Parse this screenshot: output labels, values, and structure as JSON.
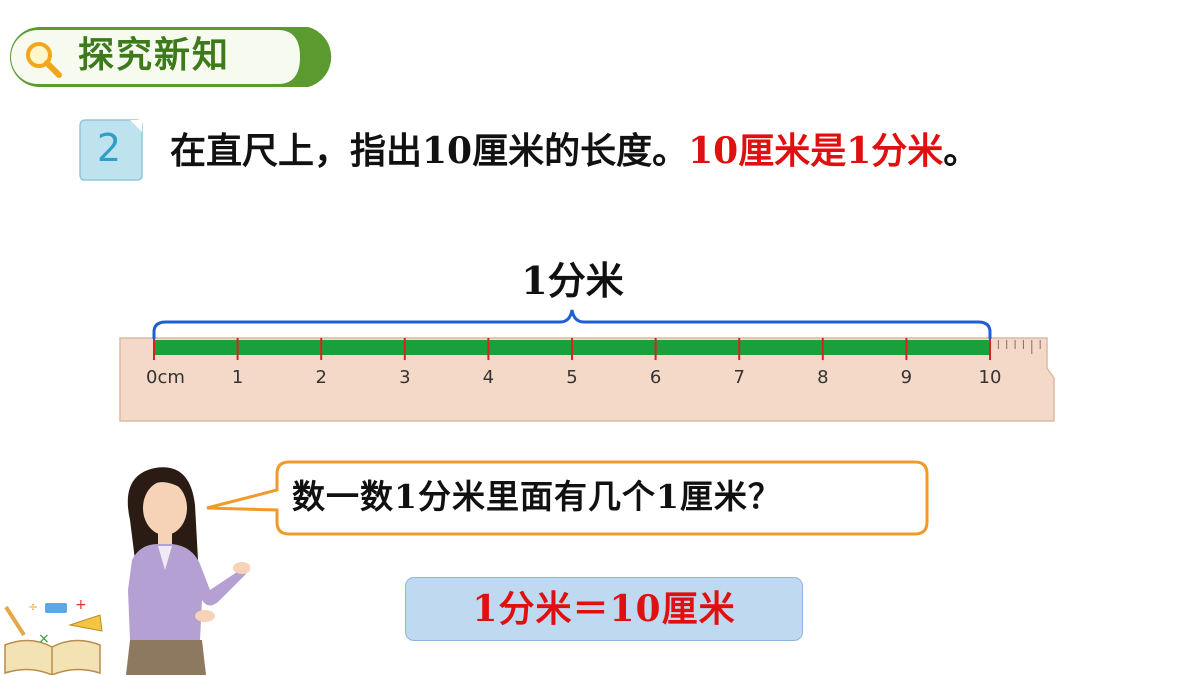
{
  "banner": {
    "title": "探究新知",
    "icon": "magnifier-icon"
  },
  "problem": {
    "number": "2",
    "text_black": "在直尺上，指出10厘米的长度。",
    "text_red": "10厘米是1分米",
    "text_end": "。"
  },
  "ruler": {
    "span_label": "1分米",
    "tick_labels": [
      "0cm",
      "1",
      "2",
      "3",
      "4",
      "5",
      "6",
      "7",
      "8",
      "9",
      "10"
    ]
  },
  "speech": {
    "text": "数一数1分米里面有几个1厘米？"
  },
  "answer": {
    "text": "1分米＝10厘米"
  },
  "colors": {
    "green_banner": "#5b9a2e",
    "red_text": "#e01010",
    "brace_blue": "#1f5fd6",
    "ruler_fill": "#f4d9c8",
    "bar_green": "#1aa03a",
    "bubble_orange": "#f09a2a"
  }
}
